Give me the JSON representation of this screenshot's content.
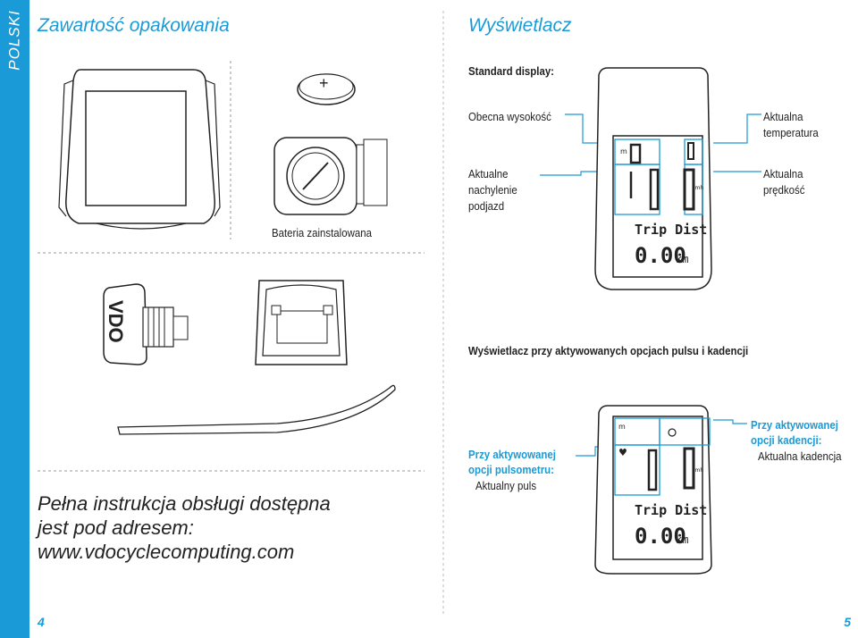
{
  "sidebar": {
    "language": "POLSKI"
  },
  "left": {
    "title": "Zawartość opakowania",
    "battery_label": "Bateria zainstalowana",
    "battery_symbol": "+",
    "sensor_brand": "VDO",
    "manual": {
      "line1": "Pełna instrukcja obsługi dostępna",
      "line2": "jest pod adresem:",
      "line3": "www.vdocyclecomputing.com"
    },
    "page_number": "4"
  },
  "right": {
    "title": "Wyświetlacz",
    "standard_display": "Standard display:",
    "callouts": {
      "altitude": "Obecna wysokość",
      "slope_1": "Aktualne",
      "slope_2": "nachylenie",
      "slope_3": "podjazd",
      "temp_1": "Aktualna",
      "temp_2": "temperatura",
      "speed_1": "Aktualna",
      "speed_2": "prędkość"
    },
    "options_heading": "Wyświetlacz przy aktywowanych opcjach pulsu i kadencji",
    "heart": {
      "line1": "Przy aktywowanej",
      "line2": "opcji pulsometru:",
      "line3": "Aktualny puls"
    },
    "cadence": {
      "line1": "Przy aktywowanej",
      "line2": "opcji kadencji:",
      "line3": "Aktualna kadencja"
    },
    "lcd": {
      "trip_label": "Trip Dist",
      "trip_value": "0.00",
      "trip_unit": "km",
      "speed_unit": "kmh",
      "alt_unit": "m"
    },
    "page_number": "5"
  },
  "colors": {
    "accent": "#1a9ad6"
  }
}
